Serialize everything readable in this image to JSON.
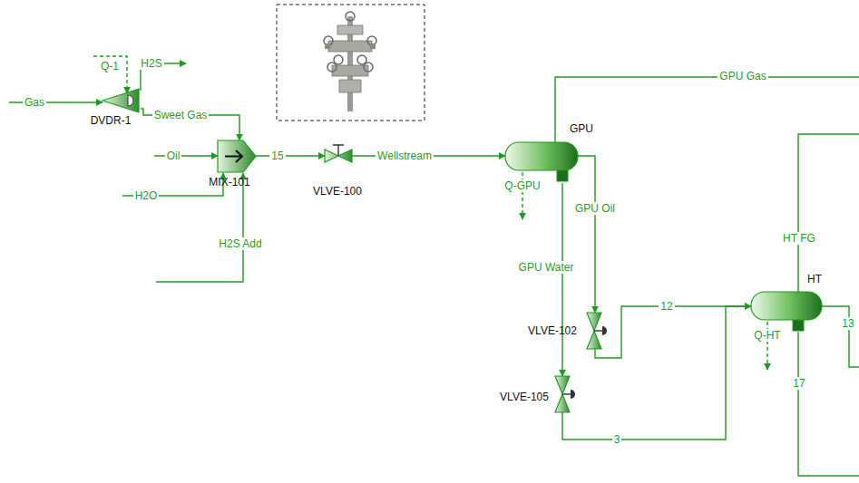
{
  "diagram": {
    "nodes": [
      {
        "text": [
          "DVDR-1"
        ]
      },
      {
        "text": [
          "MIX-101"
        ]
      },
      {
        "text": [
          "VLVE-100"
        ]
      },
      {
        "text": [
          "GPU"
        ]
      },
      {
        "text": [
          "VLVE-102"
        ]
      },
      {
        "text": [
          "VLVE-105"
        ]
      },
      {
        "text": [
          "HT"
        ]
      }
    ],
    "edges": [
      {
        "from": 0,
        "to": 1,
        "label": "Sweet Gas",
        "arrow": "to"
      },
      {
        "from": 1,
        "to": 2,
        "label": "15",
        "arrow": "to"
      },
      {
        "from": 2,
        "to": 3,
        "label": "Wellstream",
        "arrow": "to"
      },
      {
        "from": 3,
        "to": 4,
        "label": "GPU Oil",
        "arrow": "to"
      },
      {
        "from": 3,
        "to": 5,
        "label": "GPU Water",
        "arrow": "to"
      },
      {
        "from": 4,
        "to": 6,
        "label": "12",
        "arrow": "none"
      },
      {
        "from": 5,
        "to": 6,
        "label": "3",
        "arrow": "to"
      }
    ],
    "labels": [
      "Gas",
      "Q-1",
      "H2S",
      "Oil",
      "H2O",
      "H2S Add",
      "GPU Gas",
      "Q-GPU",
      "HT FG",
      "Q-HT",
      "13",
      "17"
    ]
  }
}
